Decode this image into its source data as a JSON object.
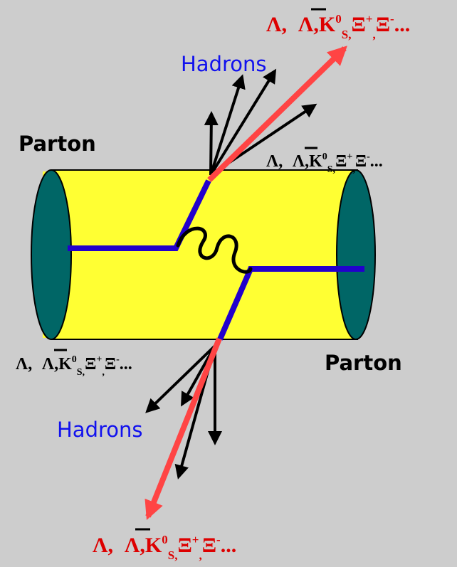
{
  "labels": {
    "parton_top": "Parton",
    "parton_bottom": "Parton",
    "hadrons_top": "Hadrons",
    "hadrons_bottom": "Hadrons"
  },
  "strange_particles": {
    "lambda": "Λ,",
    "antilambda": "Λ",
    "comma": ",",
    "kaon": "K",
    "kaon_sup": "0",
    "kaon_sub": "S,",
    "xi_plus": "Ξ",
    "xi_plus_sup": "+",
    "sep": ",",
    "xi_minus": "Ξ",
    "xi_minus_sup": "-",
    "ellipsis": "..."
  },
  "colors": {
    "background": "#cdcdcd",
    "tube": "#ffff33",
    "tube_end": "#006666",
    "parton_line": "#2200cc",
    "hadron_label": "#1111ee",
    "strange_arrow": "#ff4444",
    "strange_text_red": "#dd0000",
    "strange_text_black": "#000000"
  },
  "icons": {
    "gluon": "gluon-wavy-line",
    "arrow": "arrow-head"
  }
}
